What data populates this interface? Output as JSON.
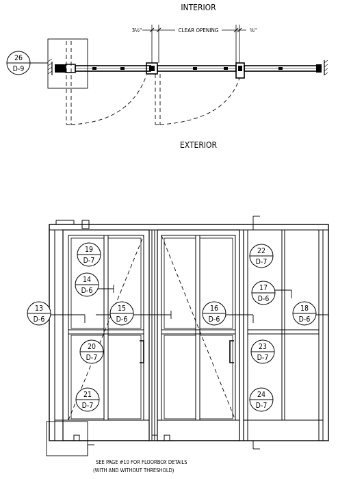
{
  "labels": {
    "interior": "INTERIOR",
    "exterior": "EXTERIOR",
    "dim_left": "3½\"",
    "clear_opening": "CLEAR OPENING",
    "dim_right": "⅝\"",
    "note_line1": "SEE PAGE #10 FOR FLOORBOX DETAILS",
    "note_line2": "(WITH AND WITHOUT THRESHOLD)"
  },
  "callouts": [
    {
      "num": "26",
      "ref": "D-9"
    },
    {
      "num": "19",
      "ref": "D-7"
    },
    {
      "num": "14",
      "ref": "D-6"
    },
    {
      "num": "13",
      "ref": "D-6"
    },
    {
      "num": "15",
      "ref": "D-6"
    },
    {
      "num": "20",
      "ref": "D-7"
    },
    {
      "num": "21",
      "ref": "D-7"
    },
    {
      "num": "22",
      "ref": "D-7"
    },
    {
      "num": "17",
      "ref": "D-6"
    },
    {
      "num": "16",
      "ref": "D-6"
    },
    {
      "num": "18",
      "ref": "D-6"
    },
    {
      "num": "23",
      "ref": "D-7"
    },
    {
      "num": "24",
      "ref": "D-7"
    }
  ]
}
